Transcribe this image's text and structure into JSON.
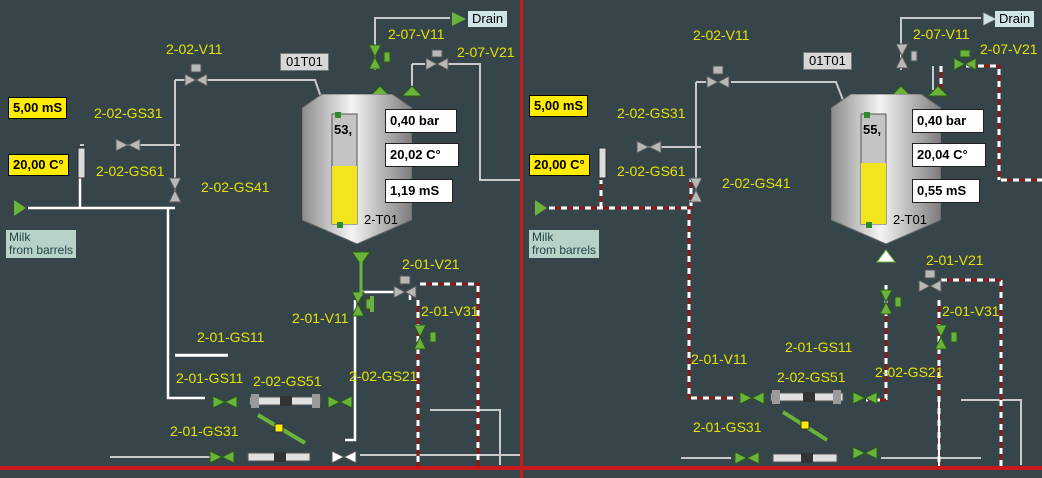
{
  "left": {
    "setpoints": {
      "conductivity": "5,00 mS",
      "temperature": "20,00 C°"
    },
    "tank": {
      "id": "2-T01",
      "level_display": "53,",
      "level_fraction": 0.53,
      "pressure": "0,40 bar",
      "temperature": "20,02 C°",
      "conductivity": "1,19 mS"
    },
    "tag": "01T01",
    "drain": "Drain",
    "milk": [
      "Milk",
      "from barrels"
    ],
    "labels": {
      "v11": "2-02-V11",
      "gs31": "2-02-GS31",
      "gs61": "2-02-GS61",
      "gs41": "2-02-GS41",
      "v07_11": "2-07-V11",
      "v07_21": "2-07-V21",
      "v01_21": "2-01-V21",
      "v01_11": "2-01-V11",
      "v01_31": "2-01-V31",
      "gs01_11a": "2-01-GS11",
      "gs01_11b": "2-01-GS11",
      "gs02_51": "2-02-GS51",
      "gs02_21": "2-02-GS21",
      "gs01_31": "2-01-GS31"
    }
  },
  "right": {
    "setpoints": {
      "conductivity": "5,00 mS",
      "temperature": "20,00 C°"
    },
    "tank": {
      "id": "2-T01",
      "level_display": "55,",
      "level_fraction": 0.55,
      "pressure": "0,40 bar",
      "temperature": "20,04 C°",
      "conductivity": "0,55 mS"
    },
    "tag": "01T01",
    "drain": "Drain",
    "milk": [
      "Milk",
      "from barrels"
    ],
    "labels": {
      "v11": "2-02-V11",
      "gs31": "2-02-GS31",
      "gs61": "2-02-GS61",
      "gs41": "2-02-GS41",
      "v07_11": "2-07-V11",
      "v07_21": "2-07-V21",
      "v01_21": "2-01-V21",
      "v01_31": "2-01-V31",
      "v01_11": "2-01-V11",
      "gs01_11": "2-01-GS11",
      "gs02_51": "2-02-GS51",
      "gs02_21": "2-02-GS21",
      "gs01_31": "2-01-GS31"
    }
  },
  "colors": {
    "background": "#36454a",
    "setpoint": "#ffec00",
    "label": "#e6e200",
    "active_valve": "#6ab23a",
    "idle_valve": "#b8b8b8",
    "divider": "#c8191c"
  }
}
